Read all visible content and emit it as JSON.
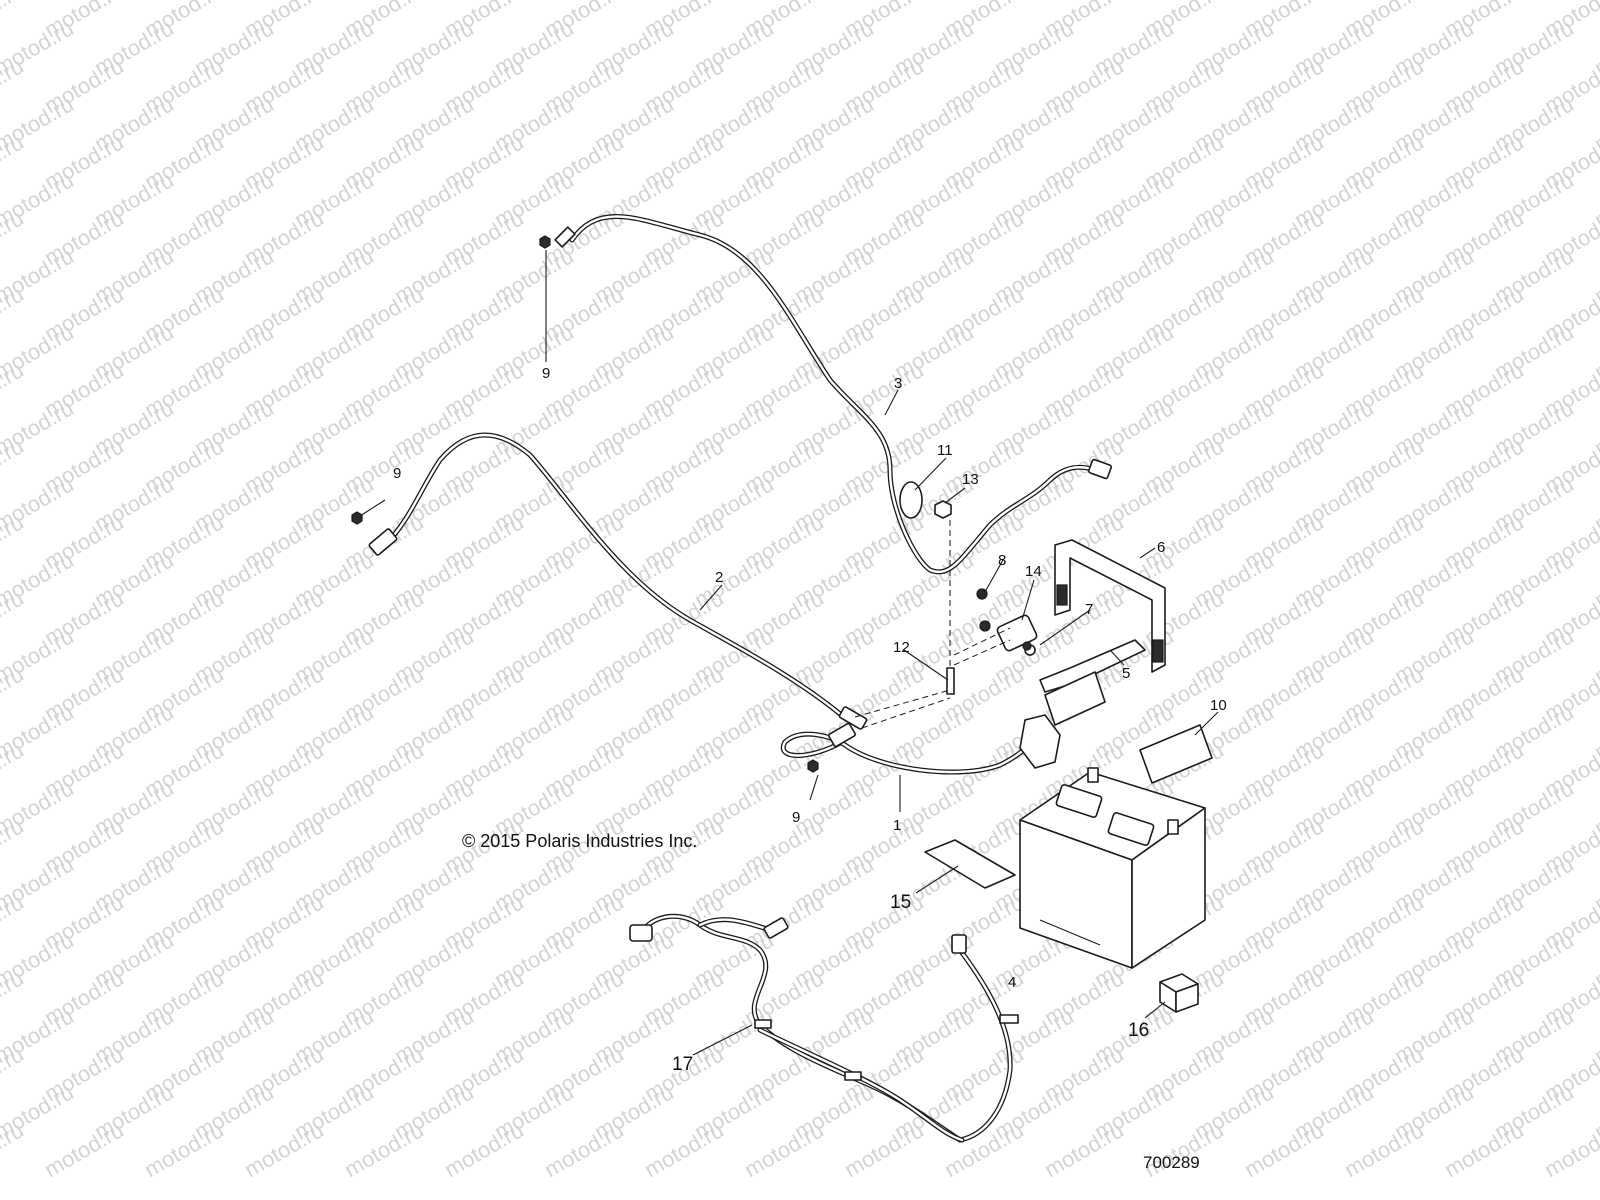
{
  "diagram": {
    "watermark_text": "motod.ru",
    "copyright": "© 2015 Polaris Industries Inc.",
    "figure_id": "700289",
    "callouts": [
      {
        "id": "c1",
        "label": "1"
      },
      {
        "id": "c2",
        "label": "2"
      },
      {
        "id": "c3",
        "label": "3"
      },
      {
        "id": "c4",
        "label": "4"
      },
      {
        "id": "c5",
        "label": "5"
      },
      {
        "id": "c6",
        "label": "6"
      },
      {
        "id": "c7",
        "label": "7"
      },
      {
        "id": "c8",
        "label": "8"
      },
      {
        "id": "c9a",
        "label": "9"
      },
      {
        "id": "c9b",
        "label": "9"
      },
      {
        "id": "c9c",
        "label": "9"
      },
      {
        "id": "c10",
        "label": "10"
      },
      {
        "id": "c11",
        "label": "11"
      },
      {
        "id": "c12",
        "label": "12"
      },
      {
        "id": "c13",
        "label": "13"
      },
      {
        "id": "c14",
        "label": "14"
      },
      {
        "id": "c15",
        "label": "15"
      },
      {
        "id": "c16",
        "label": "16"
      },
      {
        "id": "c17",
        "label": "17"
      }
    ],
    "colors": {
      "line": "#1a1a1a",
      "watermark": "#d4d4d4",
      "background": "#ffffff"
    }
  }
}
